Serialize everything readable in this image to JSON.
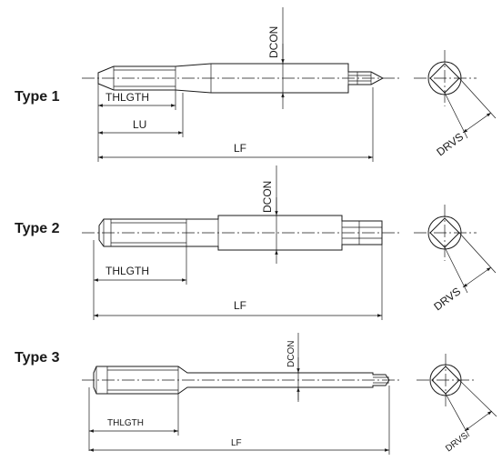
{
  "types": [
    {
      "title": "Type 1",
      "labels": {
        "dcon": "DCON",
        "thlgth": "THLGTH",
        "lu": "LU",
        "lf": "LF",
        "drvs": "DRVS"
      }
    },
    {
      "title": "Type 2",
      "labels": {
        "dcon": "DCON",
        "thlgth": "THLGTH",
        "lf": "LF",
        "drvs": "DRVS"
      }
    },
    {
      "title": "Type 3",
      "labels": {
        "dcon": "DCON",
        "thlgth": "THLGTH",
        "lf": "LF",
        "drvs": "DRVS"
      }
    }
  ]
}
